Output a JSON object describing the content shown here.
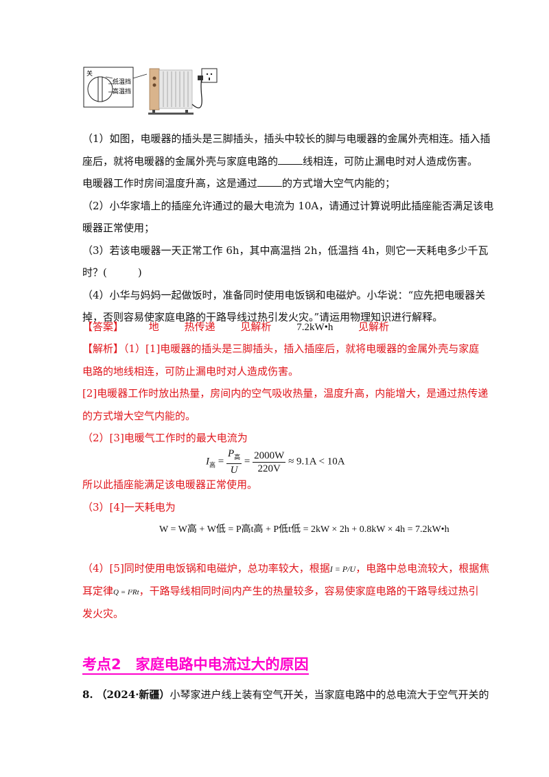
{
  "figure": {
    "knob_labels": [
      "关",
      "低温挡",
      "高温挡"
    ]
  },
  "q1": {
    "line1": "（1）如图，电暖器的插头是三脚插头，插头中较长的脚与电暖器的金属外壳相连。插入插",
    "line2_a": "座后，就将电暖器的金属外壳与家庭电路的",
    "line2_b": "线相连，可防止漏电时对人造成伤害。",
    "line3_a": "电暖器工作时房间温度升高，这是通过",
    "line3_b": "的方式增大空气内能的；"
  },
  "q2": {
    "line1": "（2）小华家墙上的插座允许通过的最大电流为 10A，请通过计算说明此插座能否满足该电",
    "line2": "暖器正常使用；"
  },
  "q3": {
    "line1": "（3）若该电暖器一天正常工作 6h，其中高温挡 2h，低温挡 4h，则它一天耗电多少千瓦",
    "line2": "时？(　　　)"
  },
  "q4": {
    "line1": "（4）小华与妈妈一起做饭时，准备同时使用电饭锅和电磁炉。小华说：“应先把电暖器关",
    "line2": "掉，否则容易使家庭电路的干路导线过热引发火灾。”请运用物理知识进行解释。"
  },
  "answer": {
    "label": "【答案】",
    "items": [
      "地",
      "热传递",
      "见解析",
      "7.2kW•h",
      "见解析"
    ]
  },
  "analysis": {
    "label": "【解析】",
    "p1_a": "（1）[1]电暖器的插头是三脚插头，插入插座后，就将电暖器的金属外壳与家庭",
    "p1_b": "电路的地线相连，可防止漏电时对人造成伤害。",
    "p2_a": "[2]电暖器工作时放出热量，房间内的空气吸收热量，温度升高，内能增大，是通过热传递",
    "p2_b": "的方式增大空气内能的。",
    "p3": "（2）[3]电暖气工作时的最大电流为",
    "p4": "所以此插座能满足该电暖器正常使用。",
    "p5": "（3）[4]一天耗电为",
    "p6_a": "（4）[5]同时使用电饭锅和电磁炉，总功率较大，根据",
    "p6_b": "，电路中总电流较大，根据焦",
    "p7_a": "耳定律",
    "p7_b": "，干路导线相同时间内产生的热量较多，容易使家庭电路的干路导线过热引",
    "p8": "发火灾。"
  },
  "formula1": {
    "lhs": "I",
    "lhs_sub": "高",
    "num": "P",
    "num_sub": "高",
    "den": "U",
    "eq": "=",
    "num2": "2000W",
    "den2": "220V",
    "tail": "≈ 9.1A < 10A"
  },
  "formula2": "W = W高 + W低 = P高t高 + P低t低 = 2kW × 2h + 0.8kW × 4h = 7.2kW•h",
  "inline_formula_1": "I = P/U",
  "inline_formula_2": "Q = I²Rt",
  "heading": "考点2　家庭电路中电流过大的原因",
  "q8": {
    "num": "8.",
    "source": "（2024·新疆）",
    "text": "小琴家进户线上装有空气开关，当家庭电路中的总电流大于空气开关的"
  }
}
